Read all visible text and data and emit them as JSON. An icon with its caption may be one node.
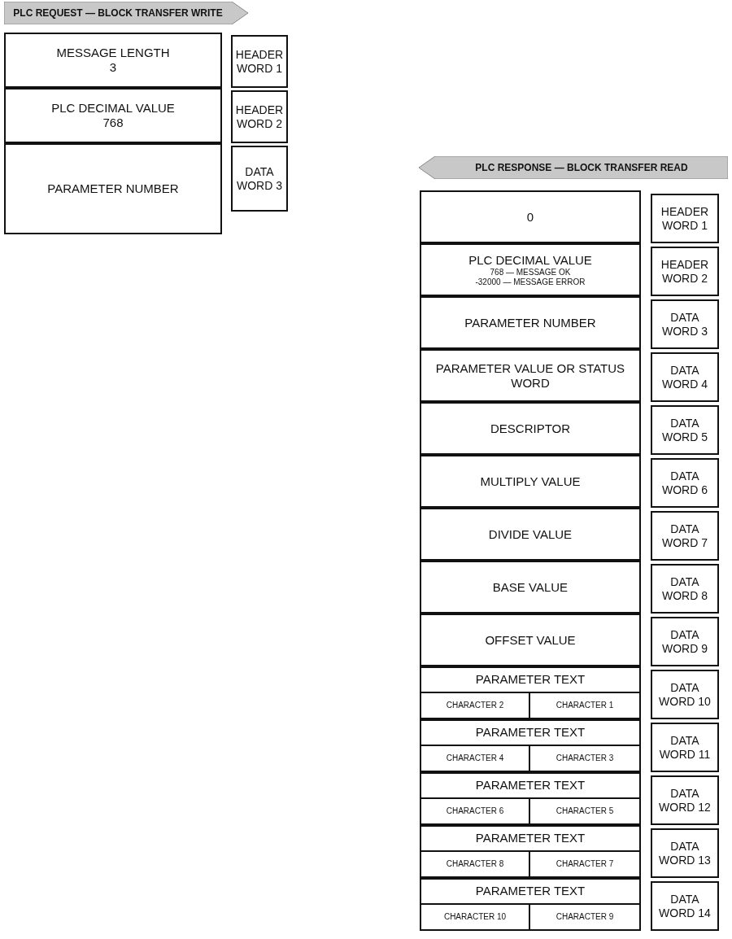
{
  "diagram": {
    "nodes": [
      {
        "text": [
          "PLC REQUEST — BLOCK TRANSFER WRITE"
        ]
      },
      {
        "text": [
          "MESSAGE LENGTH",
          "3"
        ]
      },
      {
        "text": [
          "HEADER WORD 1"
        ]
      },
      {
        "text": [
          "PLC DECIMAL VALUE",
          "768"
        ]
      },
      {
        "text": [
          "HEADER WORD 2"
        ]
      },
      {
        "text": [
          "PARAMETER NUMBER"
        ]
      },
      {
        "text": [
          "DATA WORD 3"
        ]
      },
      {
        "text": [
          "PLC RESPONSE — BLOCK TRANSFER READ"
        ]
      },
      {
        "text": [
          "0"
        ]
      },
      {
        "text": [
          "HEADER WORD 1"
        ]
      },
      {
        "text": [
          "PLC DECIMAL VALUE",
          "768 — MESSAGE OK",
          "-32000 — MESSAGE ERROR"
        ]
      },
      {
        "text": [
          "HEADER WORD 2"
        ]
      },
      {
        "text": [
          "PARAMETER NUMBER"
        ]
      },
      {
        "text": [
          "DATA WORD 3"
        ]
      },
      {
        "text": [
          "PARAMETER VALUE OR STATUS WORD"
        ]
      },
      {
        "text": [
          "DATA WORD 4"
        ]
      },
      {
        "text": [
          "DESCRIPTOR"
        ]
      },
      {
        "text": [
          "DATA WORD 5"
        ]
      },
      {
        "text": [
          "MULTIPLY VALUE"
        ]
      },
      {
        "text": [
          "DATA WORD 6"
        ]
      },
      {
        "text": [
          "DIVIDE VALUE"
        ]
      },
      {
        "text": [
          "DATA WORD 7"
        ]
      },
      {
        "text": [
          "BASE VALUE"
        ]
      },
      {
        "text": [
          "DATA WORD 8"
        ]
      },
      {
        "text": [
          "OFFSET VALUE"
        ]
      },
      {
        "text": [
          "DATA WORD 9"
        ]
      },
      {
        "text": [
          "PARAMETER TEXT",
          "CHARACTER 2",
          "CHARACTER 1"
        ]
      },
      {
        "text": [
          "DATA WORD 10"
        ]
      },
      {
        "text": [
          "PARAMETER TEXT",
          "CHARACTER 4",
          "CHARACTER 3"
        ]
      },
      {
        "text": [
          "DATA WORD 11"
        ]
      },
      {
        "text": [
          "PARAMETER TEXT",
          "CHARACTER 6",
          "CHARACTER 5"
        ]
      },
      {
        "text": [
          "DATA WORD 12"
        ]
      },
      {
        "text": [
          "PARAMETER TEXT",
          "CHARACTER 8",
          "CHARACTER 7"
        ]
      },
      {
        "text": [
          "DATA WORD 13"
        ]
      },
      {
        "text": [
          "PARAMETER TEXT",
          "CHARACTER 10",
          "CHARACTER 9"
        ]
      },
      {
        "text": [
          "DATA WORD 14"
        ]
      }
    ],
    "edges": []
  }
}
